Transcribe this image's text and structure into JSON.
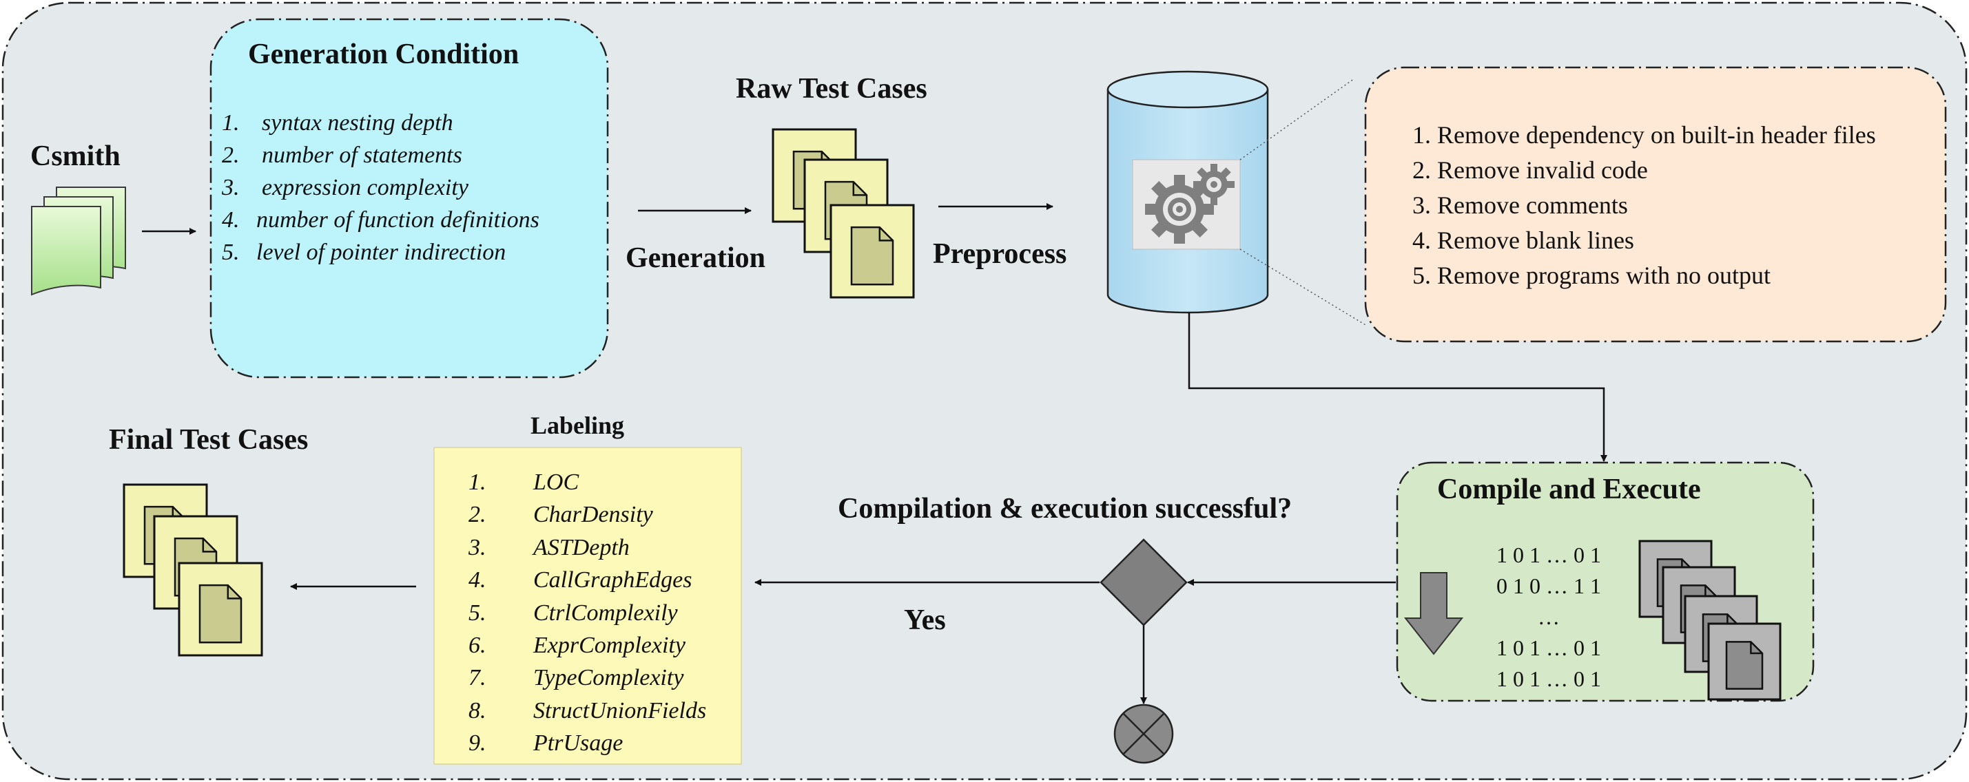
{
  "titles": {
    "csmith": "Csmith",
    "generation_condition": "Generation Condition",
    "raw_test_cases": "Raw Test Cases",
    "generation_label": "Generation",
    "preprocess_label": "Preprocess",
    "final_test_cases": "Final Test Cases",
    "labeling": "Labeling",
    "compile_and_execute": "Compile and Execute",
    "decision_question": "Compilation & execution successful?",
    "yes_label": "Yes"
  },
  "generation_conditions": [
    {
      "num": "1.",
      "text": "syntax nesting depth"
    },
    {
      "num": "2.",
      "text": "number of statements"
    },
    {
      "num": "3.",
      "text": "expression complexity"
    },
    {
      "num": "4.",
      "text": "number of function definitions"
    },
    {
      "num": "5.",
      "text": "level of pointer indirection"
    }
  ],
  "preprocess_steps": [
    "1. Remove dependency on built-in header files",
    "2. Remove invalid code",
    "3. Remove comments",
    "4. Remove blank lines",
    "5. Remove programs with no output"
  ],
  "labeling_features": [
    {
      "num": "1.",
      "text": "LOC"
    },
    {
      "num": "2.",
      "text": "CharDensity"
    },
    {
      "num": "3.",
      "text": "ASTDepth"
    },
    {
      "num": "4.",
      "text": "CallGraphEdges"
    },
    {
      "num": "5.",
      "text": "CtrlComplexily"
    },
    {
      "num": "6.",
      "text": "ExprComplexity"
    },
    {
      "num": "7.",
      "text": "TypeComplexity"
    },
    {
      "num": "8.",
      "text": "StructUnionFields"
    },
    {
      "num": "9.",
      "text": "PtrUsage"
    }
  ],
  "binary_rows": [
    "1 0 1 … 0 1",
    "0 1 0 … 1 1",
    "…",
    "1 0 1 … 0 1",
    "1 0 1 … 0 1"
  ],
  "icons": {
    "csmith_docs": "stacked-documents-icon",
    "raw_docs": "stacked-test-case-files-icon",
    "preprocess_db": "database-cylinder-icon",
    "gears": "gears-icon",
    "final_docs": "stacked-test-case-files-icon",
    "compile_docs": "stacked-compiled-files-icon",
    "down_arrow": "down-arrow-icon",
    "decision": "decision-diamond-icon",
    "reject": "reject-cross-icon"
  },
  "colors": {
    "outer_bg": "#e4e9ec",
    "generation_box": "#bdf4fb",
    "preprocess_box": "#fde9d6",
    "compile_box": "#d5e8c7",
    "labeling_box": "#fdf9b8",
    "doc_yellow": "#f3f4b4",
    "doc_olive": "#c9cc8e",
    "doc_gray": "#b8b8b8",
    "database": "#b9e0f2"
  }
}
